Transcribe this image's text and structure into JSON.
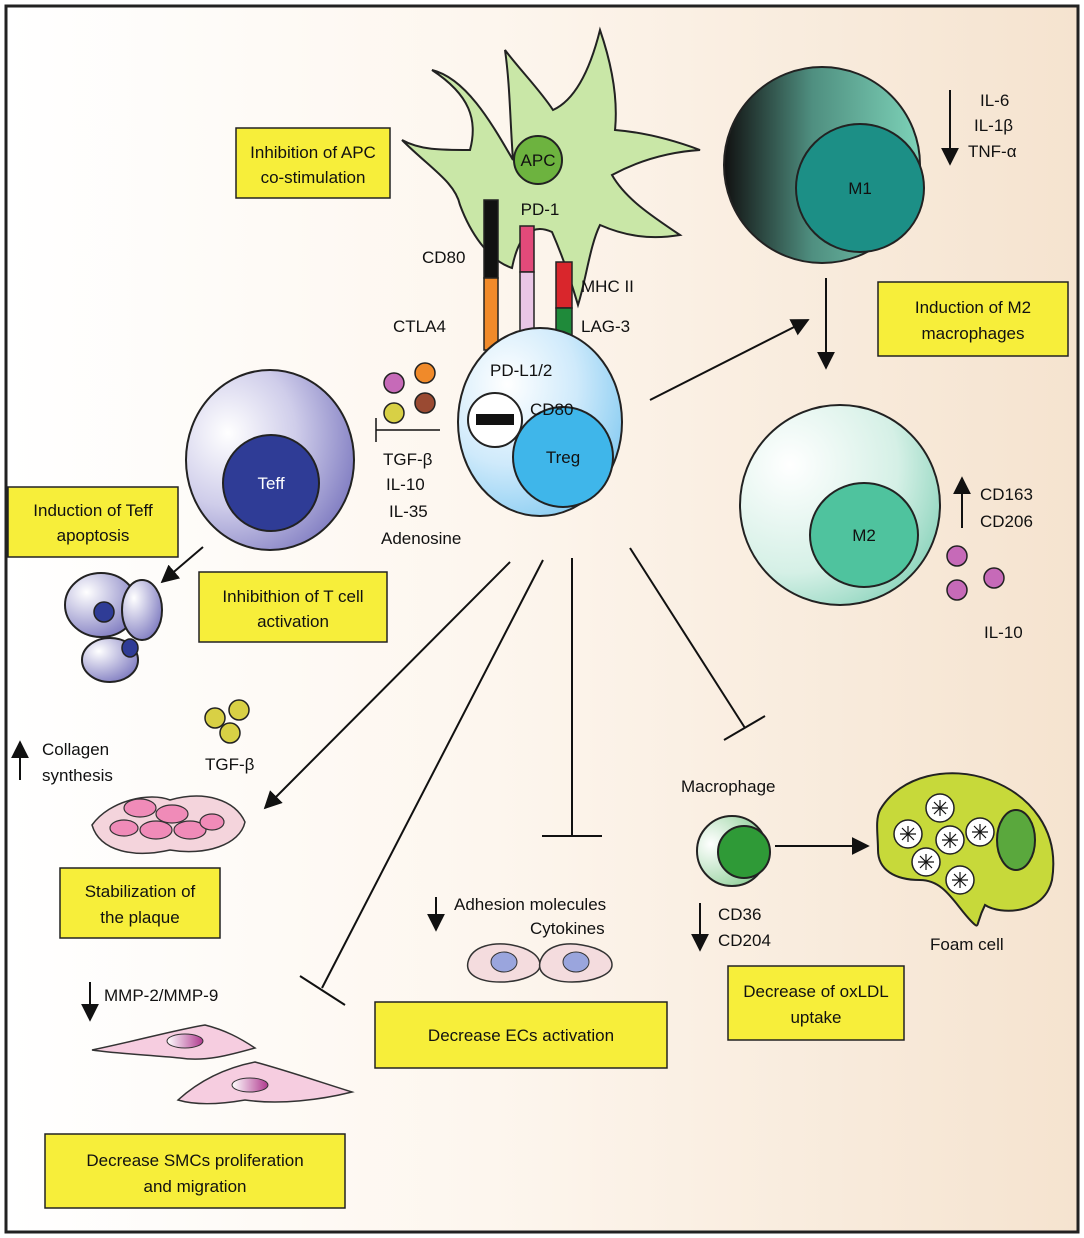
{
  "boxes": {
    "apc_costim": [
      "Inhibition of APC",
      "co-stimulation"
    ],
    "teff_apoptosis": [
      "Induction of Teff",
      "apoptosis"
    ],
    "tcell_activation": [
      "Inhibithion of T cell",
      "activation"
    ],
    "m2_induction": [
      "Induction of M2",
      "macrophages"
    ],
    "plaque": [
      "Stabilization of",
      "the plaque"
    ],
    "ec": [
      "Decrease ECs activation"
    ],
    "oxldl": [
      "Decrease of oxLDL",
      "uptake"
    ],
    "smc": [
      "Decrease SMCs proliferation",
      "and migration"
    ]
  },
  "cells": {
    "apc": "APC",
    "treg": "Treg",
    "teff": "Teff",
    "m1": "M1",
    "m2": "M2"
  },
  "labels": {
    "pd1": "PD-1",
    "cd80_top": "CD80",
    "mhc2": "MHC II",
    "ctla4": "CTLA4",
    "lag3": "LAG-3",
    "pdl12": "PD-L1/2",
    "cd80_treg": "CD80",
    "cytokines": [
      "TGF-β",
      "IL-10",
      "IL-35",
      "Adenosine"
    ],
    "m1_cytokines": [
      "IL-6",
      "IL-1β",
      "TNF-α"
    ],
    "m2_markers": [
      "CD163",
      "CD206"
    ],
    "il10": "IL-10",
    "collagen": [
      "Collagen",
      "synthesis"
    ],
    "tgfb": "TGF-β",
    "adhesion": "Adhesion molecules",
    "cytokines_ec": "Cytokines",
    "mmp": "MMP-2/MMP-9",
    "macrophage": "Macrophage",
    "cd36": "CD36",
    "cd204": "CD204",
    "foam": "Foam cell"
  },
  "colors": {
    "box_fill": "#f7ee3a",
    "apc_body": "#c9e7a7",
    "apc_nucleus": "#6db33f",
    "treg_body": "#a9d8f5",
    "treg_nucleus": "#3fb6ea",
    "teff_body": "#8c88c8",
    "teff_nucleus": "#2f3c96",
    "m1_dark": "#2a2a2a",
    "m1_light": "#5fbfa4",
    "m1_nucleus": "#1c8f86",
    "m2_body": "#bfe8dc",
    "m2_nucleus": "#4fc39e",
    "foam_body": "#c7d93a",
    "macrophage_nucleus": "#2f9a37",
    "ctla4": "#f08a2a",
    "cd80": "#111111",
    "pd1_pink": "#e24a7a",
    "mhc2_red": "#d9262c",
    "lag3_green": "#1f8a3a"
  }
}
